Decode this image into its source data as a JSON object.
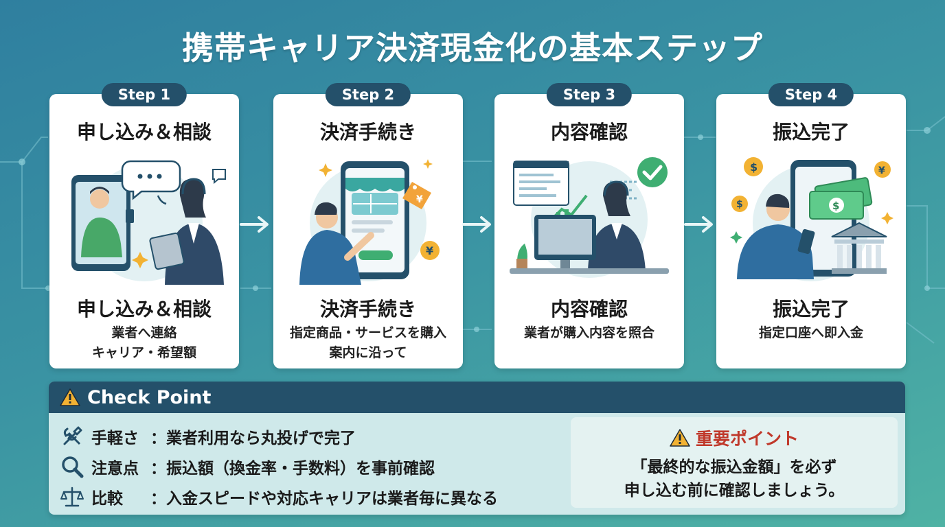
{
  "title": "携帯キャリア決済現金化の基本ステップ",
  "steps": [
    {
      "badge": "Step 1",
      "title": "申し込み＆相談",
      "subtitle": "申し込み＆相談",
      "desc": [
        "業者へ連絡",
        "キャリア・希望額"
      ]
    },
    {
      "badge": "Step 2",
      "title": "決済手続き",
      "subtitle": "決済手続き",
      "desc": [
        "指定商品・サービスを購入",
        "案内に沿って"
      ]
    },
    {
      "badge": "Step 3",
      "title": "内容確認",
      "subtitle": "内容確認",
      "desc": [
        "業者が購入内容を照合"
      ]
    },
    {
      "badge": "Step 4",
      "title": "振込完了",
      "subtitle": "振込完了",
      "desc": [
        "指定口座へ即入金"
      ]
    }
  ],
  "checkpoint": {
    "header": "Check Point",
    "items": [
      {
        "icon": "tools-icon",
        "label": "手軽さ",
        "text": "：業者利用なら丸投げで完了"
      },
      {
        "icon": "magnifier-icon",
        "label": "注意点",
        "text": "：振込額（換金率・手数料）を事前確認"
      },
      {
        "icon": "scales-icon",
        "label": "比較",
        "text": "：入金スピードや対応キャリアは業者毎に異なる"
      }
    ],
    "important": {
      "title": "重要ポイント",
      "lines": [
        "「最終的な振込金額」を必ず",
        "申し込む前に確認しましょう。"
      ]
    }
  },
  "colors": {
    "navy": "#24506a",
    "accent_red": "#c0392b",
    "green": "#3fae72",
    "gold": "#f2b233"
  }
}
